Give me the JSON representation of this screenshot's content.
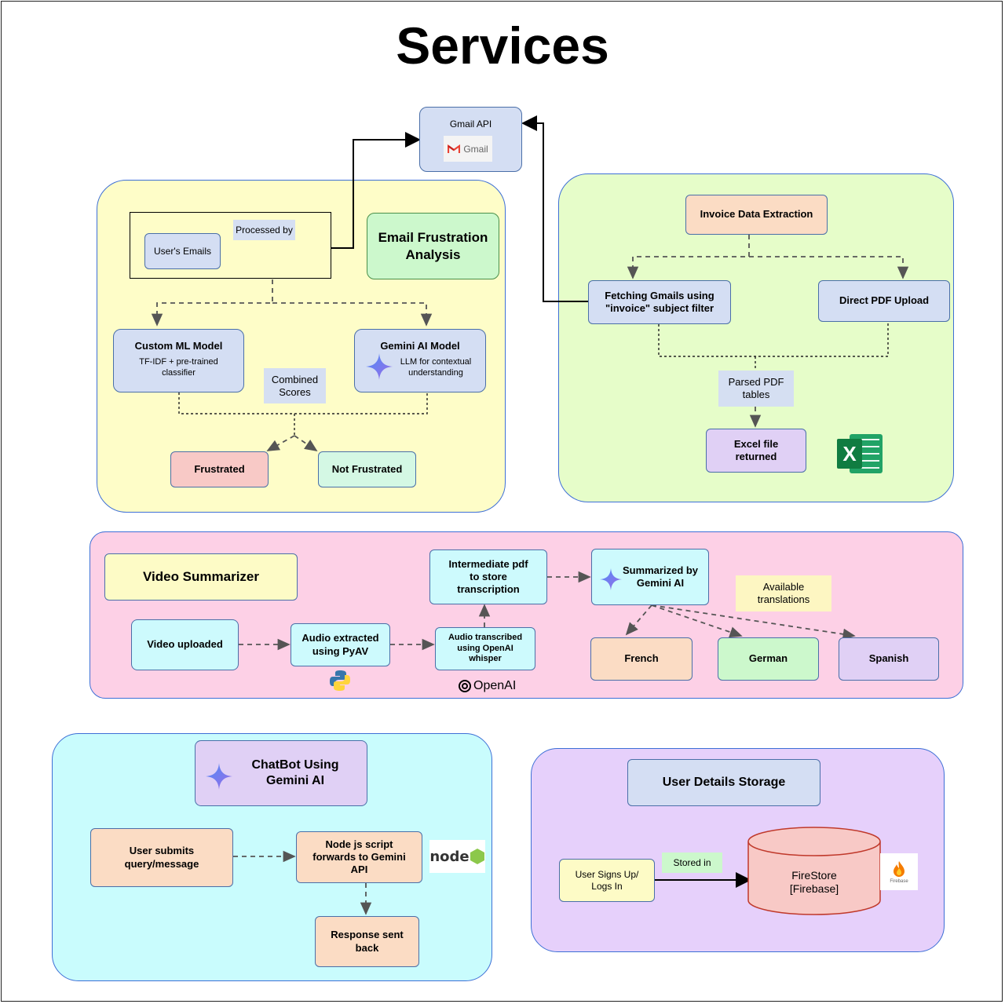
{
  "title": "Services",
  "gmail": {
    "label": "Gmail API",
    "logo_text": "Gmail"
  },
  "email_section": {
    "title": "Email Frustration\nAnalysis",
    "users_emails": "User's Emails",
    "processed_by": "Processed by",
    "custom_ml": {
      "title": "Custom ML Model",
      "desc": "TF-IDF + pre-trained\nclassifier"
    },
    "gemini_model": {
      "title": "Gemini AI Model",
      "desc": "LLM for contextual\nunderstanding"
    },
    "combined_scores": "Combined\nScores",
    "frustrated": "Frustrated",
    "not_frustrated": "Not Frustrated"
  },
  "invoice_section": {
    "title": "Invoice Data Extraction",
    "fetching": "Fetching Gmails using\n\"invoice\" subject filter",
    "direct_pdf": "Direct PDF Upload",
    "parsed_tables": "Parsed PDF\ntables",
    "excel_returned": "Excel file\nreturned",
    "excel_logo": "X"
  },
  "video_section": {
    "title": "Video Summarizer",
    "video_uploaded": "Video uploaded",
    "audio_extracted": "Audio extracted\nusing PyAV",
    "audio_transcribed": "Audio transcribed\nusing OpenAI\nwhisper",
    "intermediate_pdf": "Intermediate pdf\nto store\ntranscription",
    "summarized": "Summarized by\nGemini AI",
    "available_translations": "Available\ntranslations",
    "french": "French",
    "german": "German",
    "spanish": "Spanish",
    "openai_logo": "OpenAI"
  },
  "chatbot_section": {
    "title": "ChatBot Using\nGemini AI",
    "user_submits": "User submits\nquery/message",
    "node_script": "Node js script\nforwards to Gemini\nAPI",
    "response": "Response sent\nback",
    "node_logo": "node"
  },
  "storage_section": {
    "title": "User Details Storage",
    "sign_up": "User Signs Up/\nLogs In",
    "stored_in": "Stored in",
    "firestore": "FireStore\n[Firebase]",
    "firebase_logo": "Firebase"
  },
  "colors": {
    "yellow_region": "#fefdc8",
    "green_region": "#e6fdc9",
    "pink_region": "#fdd0e6",
    "cyan_region": "#c9fcfd",
    "purple_region": "#e6d0fb",
    "blue_box": "#d4def3",
    "green_box": "#ccf8cc",
    "peach_box": "#fbdcc4",
    "red_box": "#f8c9c6",
    "mint_box": "#d4f8e4",
    "purple_box": "#e0d0f5",
    "cyan_box": "#cdfafd",
    "label_bg": "#d5dff2",
    "yellow_note": "#fdf6c2"
  }
}
